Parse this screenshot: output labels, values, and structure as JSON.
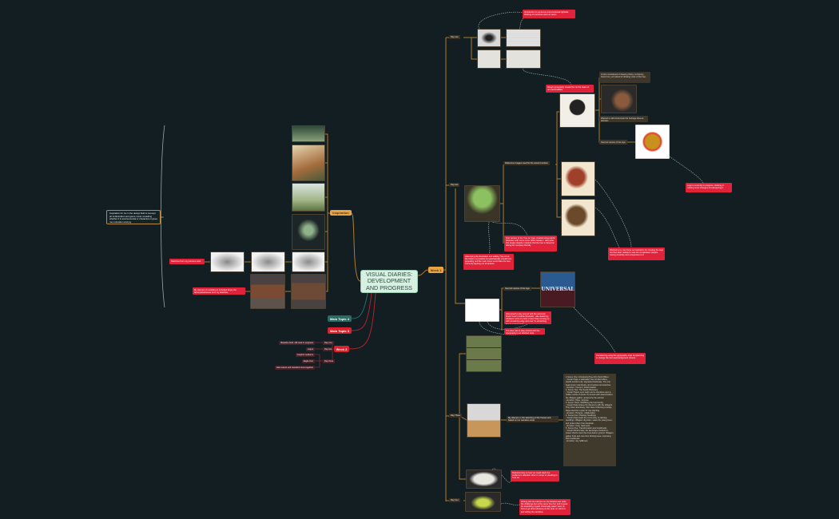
{
  "central_topic": "VISUAL DIARIES: DEVELOPMENT AND PROGRESS",
  "description": "Inspiration for me in the design field is concept art & illustration and game mode modelling whether it is environmental or characters it gives me motivation and joy.",
  "left": {
    "inspiration": "Inspiration",
    "sketches_note": "Sketches from my previous work",
    "modelling_note": "My attempt of modelling is included! Enjoy the factory/warehouse from my sketches",
    "main_topic_4": "Main Topic 4",
    "main_topic_3": "Main Topic 3",
    "week2": {
      "label": "Week 2",
      "days": [
        "Day one",
        "Day two",
        "Day three"
      ],
      "leaves": [
        "Baseline brief, still work in progress",
        "Logos",
        "Graphic mediums",
        "Eagle Icon",
        "How nature and mankind come together"
      ]
    }
  },
  "week1": {
    "label": "Week 1",
    "day_one": {
      "label": "Day one",
      "note": "Introduction to personas and emotional rightside thinking of ourselves and our peers"
    },
    "day_two": {
      "label": "Day two",
      "typography_note": "Rough typography created for on the basis of our personalities",
      "first_considered": "At first considered of drawing thicky combining brand one yet indeed of drawing roots of the tree.",
      "heritage": "Wanted to still incorporate the heritage idea as abstract.",
      "second_version": "Second version of the logo",
      "logo_progress": "Logo is currently in progress, thinking of making some changes of redesigning it.",
      "reference": "Reference images used for the second version",
      "first_version_note": "First version of the Tree Art logo, created using Adobe Illustrator with some minor effect tweaks. I still prefer this design despite it depicts that the tree is based on taking the company literally.",
      "attempting_note": "Attempting the illustration and adding Tree Art at the bottom is possible but aesthetically wouldn't be appealing and the main focus would take the tree. Currently figuring out all options.",
      "inspiration_note": "Wanted to try use these as inspiration for creating the logo but then later realised it was too complicated despite having creativity and uniqueness to it.",
      "second_version_2": "Second version of the logo",
      "attempted_note": "Attempted to play around with the personal brand 'Lost In Adobe Illustrator', was sketching whatever came to mind, it was tricky coming up with something edgy and now I'm scratching that to work toward.",
      "idea_note": "The idea was to play around with the typography in an abstract style.",
      "considering_note": "Considering using this typography style but planning to change the font and background colours.",
      "universal_logo_text": "UNIVERSAL"
    },
    "day_three": {
      "label": "Day Three",
      "sketch_label": "My attempt on the sketching of the frames and based on our narrative script.",
      "script": "1.Scene One: Introducing Tree Art's Field Officer\n- Visual: Papa, a dedicated Tree Art field officer, stands amidst a dry, degraded landscape. The sun beats down relentlessly, and cracked soil stretches.\n- Emotion: Concern, determination.\n2. Scene Two: The Seeds Discovery\n- Visual: Papa's eyes widen as he stumbles upon a hidden cache of seeds. He kneels with determination, the villagers gather, amazed by the wonder.\n- Emotion: Hope, surprise.\n3. Scene Three: Mobilizing the Community\n- Visual: Papa shares his discovery with the villagers. They listen attentively, their faces reflecting curiosity. Papa sketches a plan for tree planting.\n- Emotion: Purpose, collaboration.\n4. Scene Four: Planting Seedlings\n- Visual: Papa leads the community in planting seedlings. Villagers dig holes, water the young trees, and protect them from livestock.\n- Emotion: Unity, hard work.\n5. Scene Five: Transformation and Livelihoods\n- Visual: Months later, the landscape transforms. Green shoots cover the once-barren ground. Villagers gather fruits and nuts from thriving trees, improving their livelihoods.\n- Emotion: Joy, fulfilment.",
      "brainstorm_note": "Brainstorming on how we could catch the audience's attention when it comes to pleading to Tree Art"
    },
    "day_four": {
      "label": "Day four",
      "banana_note": "Writing with the ball pen on the banana was quite the challenge but at the same time fun and is great for describing myself. Personally wasn't sure on how to go about drawing on the peel, so stuck to just writing the narrative."
    }
  },
  "colors": {
    "background": "#121e22",
    "central": "#d6f1e2",
    "week1": "#e9a347",
    "main_topic_4": "#2a6b62",
    "main_topic_3": "#d8232f",
    "note_red": "#e0223a",
    "label_dark": "#3b3226"
  }
}
